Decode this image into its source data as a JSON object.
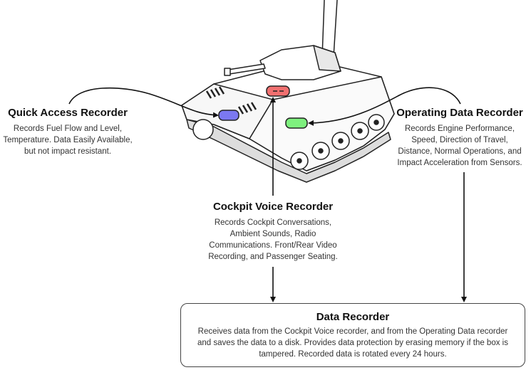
{
  "recorders": {
    "quick_access": {
      "title": "Quick Access Recorder",
      "line1": "Records Fuel Flow and Level,",
      "line2": "Temperature. Data Easily Available,",
      "line3": "but not impact resistant.",
      "color": "#7b78f0"
    },
    "operating": {
      "title": "Operating Data Recorder",
      "line1": "Records Engine Performance,",
      "line2": "Speed, Direction of Travel,",
      "line3": "Distance, Normal Operations, and",
      "line4": "Impact Acceleration from Sensors.",
      "color": "#7ef07e"
    },
    "cockpit_voice": {
      "title": "Cockpit Voice Recorder",
      "line1": "Records Cockpit Conversations,",
      "line2": "Ambient Sounds, Radio",
      "line3": "Communications. Front/Rear Video",
      "line4": "Recording, and Passenger Seating.",
      "color": "#f07070"
    },
    "data_recorder": {
      "title": "Data Recorder",
      "line1": "Receives data from the Cockpit Voice recorder, and from the Operating Data recorder",
      "line2": "and saves the data to a disk. Provides data protection by erasing memory if the box is",
      "line3": "tampered. Recorded data is rotated every 24 hours."
    }
  }
}
